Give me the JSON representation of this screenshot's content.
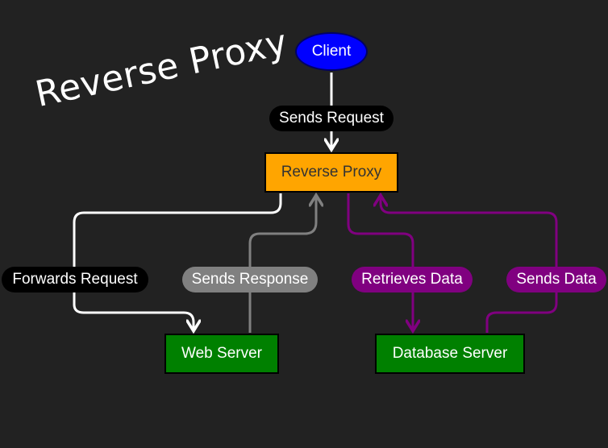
{
  "title": "Reverse Proxy",
  "nodes": {
    "client": "Client",
    "proxy": "Reverse Proxy",
    "web_server": "Web Server",
    "database_server": "Database Server"
  },
  "edges": {
    "sends_request": "Sends Request",
    "forwards_request": "Forwards Request",
    "sends_response": "Sends Response",
    "retrieves_data": "Retrieves Data",
    "sends_data": "Sends Data"
  },
  "colors": {
    "background": "#222222",
    "client": "#0000ff",
    "proxy": "#ffa500",
    "server": "#008000",
    "request_edge": "#ffffff",
    "response_edge": "#808080",
    "data_edge": "#800080"
  }
}
